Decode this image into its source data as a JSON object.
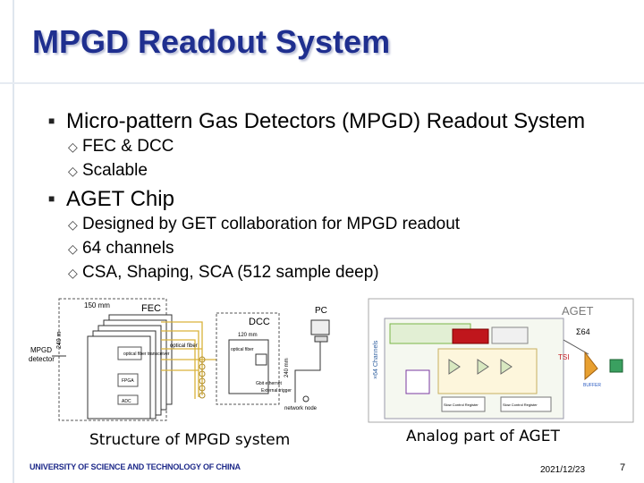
{
  "title": "MPGD Readout System",
  "bullets": [
    {
      "text": "Micro-pattern Gas Detectors (MPGD) Readout System",
      "sub": [
        "FEC & DCC",
        "Scalable"
      ]
    },
    {
      "text": "AGET Chip",
      "sub": [
        "Designed by GET collaboration for MPGD readout",
        "64 channels",
        "CSA, Shaping, SCA (512 sample deep)"
      ]
    }
  ],
  "figure_left": {
    "caption": "Structure of MPGD system",
    "labels": {
      "fec": "FEC",
      "dcc": "DCC",
      "pc": "PC",
      "mpgd_detector_l1": "MPGD",
      "mpgd_detector_l2": "detector",
      "dim_150": "150 mm",
      "dim_120": "120 mm",
      "dim_240a": "240 m",
      "dim_240b": "240 mm",
      "optical_fiber": "optical fiber",
      "optical_fiber_tx": "optical fiber transceiver",
      "fpga": "FPGA",
      "adc": "ADC",
      "gbit_ethernet": "Gbit ethernet",
      "external_trigger": "External trigger",
      "network_node": "network node"
    }
  },
  "figure_right": {
    "caption": "Analog part of AGET",
    "labels": {
      "aget": "AGET",
      "channels": "×64 Channels",
      "sigma64": "Σ64",
      "buffer": "BUFFER",
      "slow_control_a": "Slow Control Register",
      "slow_control_b": "Slow Control Register"
    }
  },
  "footer": {
    "university": "UNIVERSITY OF SCIENCE AND TECHNOLOGY OF CHINA",
    "date": "2021/12/23",
    "page": "7"
  },
  "colors": {
    "title": "#1f2f8f",
    "aget_label": "#7a7a7a",
    "diagram_green": "#7ab648",
    "diagram_red": "#c0161c"
  },
  "icons": {
    "bullet_level1": "square-bullet-icon",
    "bullet_level2": "diamond-bullet-icon"
  }
}
